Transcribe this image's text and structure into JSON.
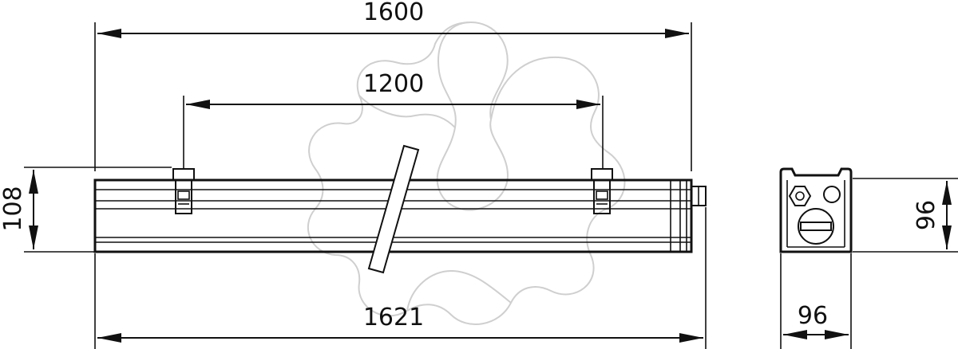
{
  "dimensions": {
    "overall_length": "1600",
    "mounting_distance": "1200",
    "total_length": "1621",
    "side_height": "108",
    "end_height": "96",
    "end_width": "96"
  }
}
